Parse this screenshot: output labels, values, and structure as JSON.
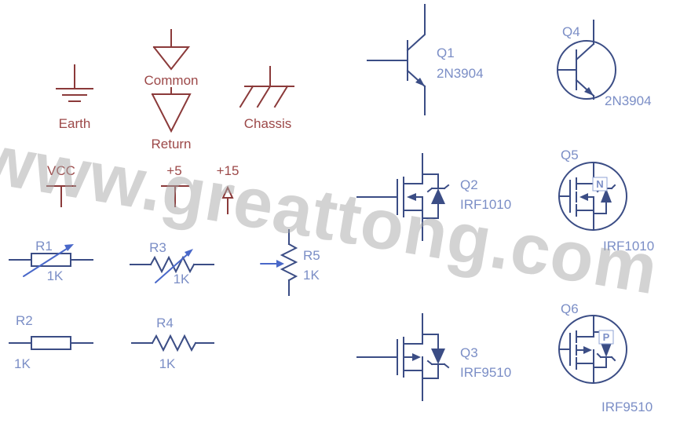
{
  "watermark": "www.greattong.com",
  "colors": {
    "symbol_red": "#8b3a3a",
    "label_red": "#9c4848",
    "symbol_blue": "#3b4d85",
    "label_blue": "#7b8ec6",
    "arrow_blue": "#4968c9",
    "watermark_gray": "#a8a8a8"
  },
  "power_symbols": {
    "earth": "Earth",
    "common": "Common",
    "return": "Return",
    "chassis": "Chassis",
    "vcc": "VCC",
    "plus5": "+5",
    "plus15": "+15"
  },
  "resistors": {
    "r1": {
      "ref": "R1",
      "value": "1K",
      "type": "box-variable"
    },
    "r2": {
      "ref": "R2",
      "value": "1K",
      "type": "box"
    },
    "r3": {
      "ref": "R3",
      "value": "1K",
      "type": "zigzag-variable"
    },
    "r4": {
      "ref": "R4",
      "value": "1K",
      "type": "zigzag"
    },
    "r5": {
      "ref": "R5",
      "value": "1K",
      "type": "zigzag-potentiometer"
    }
  },
  "transistors": {
    "q1": {
      "ref": "Q1",
      "part": "2N3904",
      "type": "npn"
    },
    "q2": {
      "ref": "Q2",
      "part": "IRF1010",
      "type": "n-mosfet"
    },
    "q3": {
      "ref": "Q3",
      "part": "IRF9510",
      "type": "p-mosfet"
    },
    "q4": {
      "ref": "Q4",
      "part": "2N3904",
      "type": "npn-circled"
    },
    "q5": {
      "ref": "Q5",
      "part": "IRF1010",
      "type": "n-mosfet-circled",
      "channel": "N"
    },
    "q6": {
      "ref": "Q6",
      "part": "IRF9510",
      "type": "p-mosfet-circled",
      "channel": "P"
    }
  }
}
